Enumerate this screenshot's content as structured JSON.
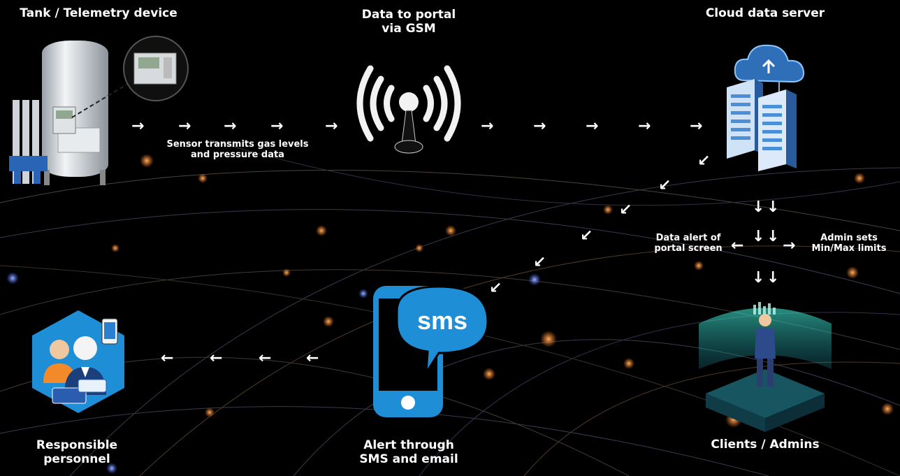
{
  "nodes": {
    "tank": {
      "title": "Tank / Telemetry device"
    },
    "gsm": {
      "title_line1": "Data to portal",
      "title_line2": "via GSM"
    },
    "cloud": {
      "title": "Cloud data server"
    },
    "clients": {
      "title": "Clients / Admins"
    },
    "sms": {
      "title_line1": "Alert through",
      "title_line2": "SMS and email",
      "bubble_text": "sms"
    },
    "personnel": {
      "title_line1": "Responsible",
      "title_line2": "personnel"
    }
  },
  "annotations": {
    "sensor_line1": "Sensor transmits gas levels",
    "sensor_line2": "and pressure data",
    "alert_line1": "Data alert of",
    "alert_line2": "portal screen",
    "admin_line1": "Admin sets",
    "admin_line2": "Min/Max limits"
  },
  "arrows": {
    "right": "→",
    "left": "←",
    "down": "↓",
    "down_left": "↙"
  },
  "colors": {
    "background": "#000000",
    "sms_blue": "#1e8fd6",
    "cyan_glow": "#3fe0c8",
    "server_blue": "#2f6fb8"
  }
}
